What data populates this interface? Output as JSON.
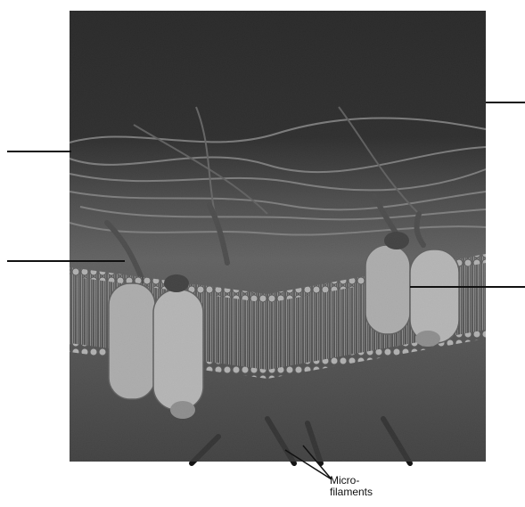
{
  "labels": {
    "microfilaments": "Micro-\nfilaments"
  },
  "colors": {
    "background": "#ffffff",
    "panel_dark": "#0b0b0b",
    "matrix_fibers": "#6f6f6f",
    "membrane": "#b5b5b5",
    "protein": "#d4d4d4",
    "cytoplasm": "#2a2a2a",
    "leader_line": "#111111"
  },
  "icons": {
    "integrin": "integrin-protein-shape",
    "fibronectin": "fibronectin-fiber-shape",
    "collagen": "collagen-fiber-shape"
  }
}
